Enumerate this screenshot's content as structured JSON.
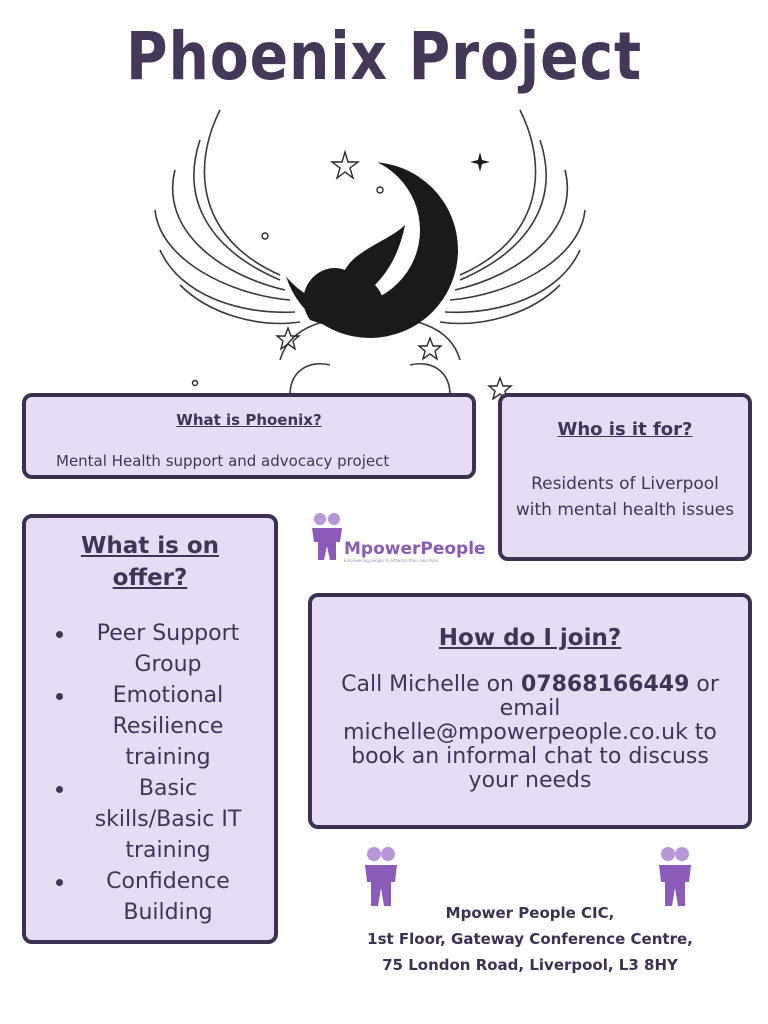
{
  "title": "Phoenix Project",
  "what_box": {
    "heading": "What is Phoenix?",
    "body": "Mental Health support and advocacy project"
  },
  "who_box": {
    "heading": "Who is it for?",
    "body": "Residents of Liverpool with mental health issues"
  },
  "offer_box": {
    "heading": "What is on offer?",
    "items": [
      "Peer Support Group",
      "Emotional Resilience training",
      "Basic skills/Basic IT training",
      "Confidence Building"
    ]
  },
  "join_box": {
    "heading": "How do I join?",
    "text_before": "Call Michelle on ",
    "phone": "07868166449",
    "text_after": " or email michelle@mpowerpeople.co.uk to book an informal chat to discuss your needs"
  },
  "logo": {
    "brand": "MpowerPeople",
    "tagline": "Empowering people to enhance their own lives"
  },
  "address": {
    "line1": "Mpower People CIC,",
    "line2": "1st Floor, Gateway Conference Centre,",
    "line3": "75 London Road, Liverpool, L3 8HY"
  },
  "colors": {
    "box_fill": "#e6ddf4",
    "box_border": "#3d3152",
    "title": "#443859",
    "logo_purple": "#8a5bb8"
  }
}
